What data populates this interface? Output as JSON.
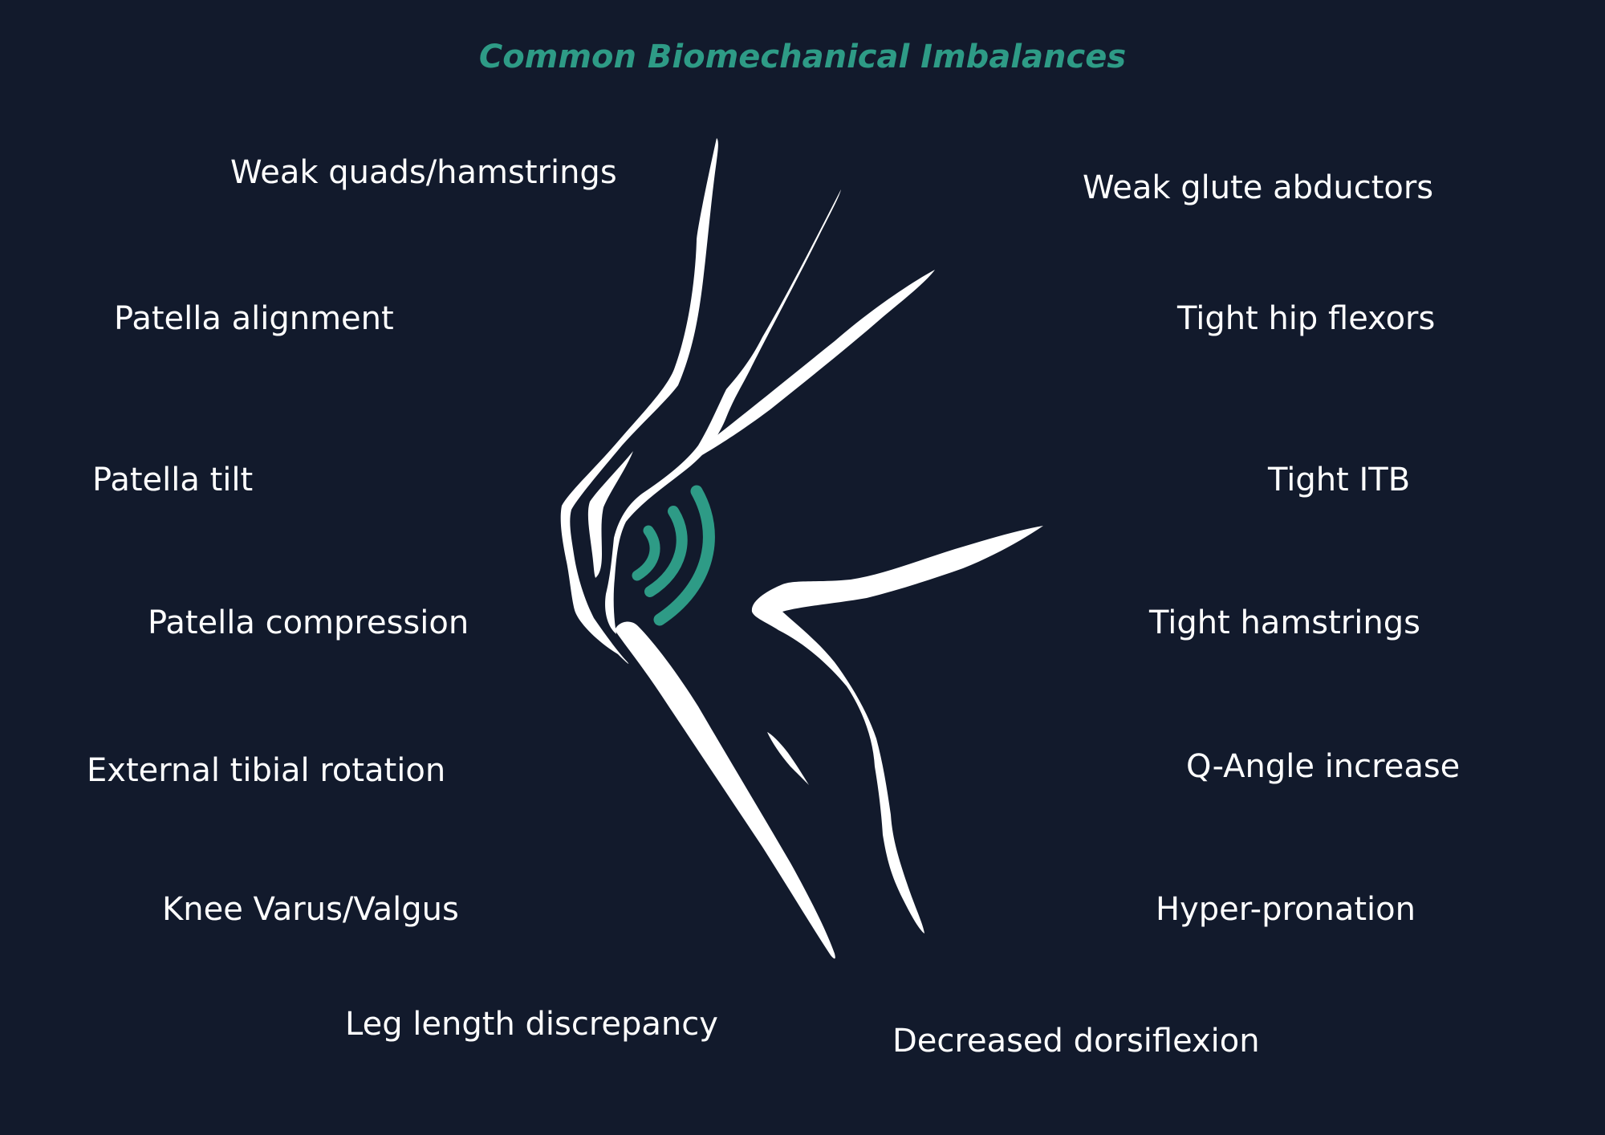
{
  "title": "Common Biomechanical Imbalances",
  "colors": {
    "background": "#121a2c",
    "title": "#2e9b86",
    "label": "#ffffff",
    "illustration": "#ffffff",
    "pain_waves": "#2e9b86"
  },
  "illustration": {
    "subject": "knee-outline",
    "highlight": "pain-wave-arcs"
  },
  "left_labels": [
    "Weak quads/hamstrings",
    "Patella alignment",
    "Patella tilt",
    "Patella compression",
    "External tibial rotation",
    "Knee Varus/Valgus",
    "Leg length discrepancy"
  ],
  "right_labels": [
    "Weak glute abductors",
    "Tight hip flexors",
    "Tight ITB",
    "Tight hamstrings",
    "Q-Angle increase",
    "Hyper-pronation",
    "Decreased dorsiflexion"
  ]
}
